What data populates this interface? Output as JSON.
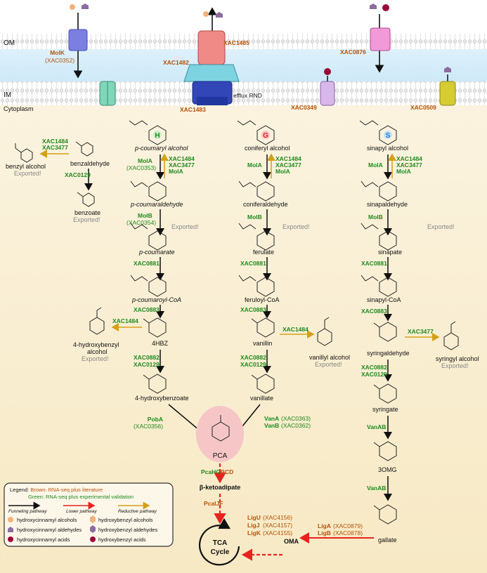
{
  "membranes": {
    "om": "OM",
    "im": "IM",
    "cytoplasm": "Cytoplasm"
  },
  "transporters": {
    "molk_name": "MolK",
    "molk_id": "(XAC0352)",
    "xac1485": "XAC1485",
    "xac1482": "XAC1482",
    "xac1483": "XAC1483",
    "efflux": "efflux RND",
    "xac0876": "XAC0876",
    "xac0349": "XAC0349",
    "xac0509": "XAC0509"
  },
  "ring_letters": {
    "h": "H",
    "g": "G",
    "s": "S"
  },
  "benzyl": {
    "alcohol": "benzyl alcohol",
    "exported1": "Exported!",
    "enz1a": "XAC1484",
    "enz1b": "XAC3477",
    "aldehyde": "benzaldehyde",
    "enz2": "XAC0129",
    "acid": "benzoate",
    "exported2": "Exported!"
  },
  "h_path": {
    "alcohol": "p-coumaryl alcohol",
    "mola": "MolA",
    "mola_id": "(XAC0353)",
    "rev1": "XAC1484",
    "rev2": "XAC3477",
    "rev3": "MolA",
    "aldehyde": "p-coumaraldehyde",
    "molb": "MolB",
    "molb_id": "(XAC0354)",
    "exported": "Exported!",
    "acid": "p-coumarate",
    "enz_coa": "XAC0881",
    "coa": "p-coumaroyl-CoA",
    "enz_hbz": "XAC0883",
    "hbz": "4HBZ",
    "side_enz": "XAC1484",
    "side_alc1": "4-hydroxybenzyl",
    "side_alc2": "alcohol",
    "side_exp": "Exported!",
    "enz_a": "XAC0882",
    "enz_b": "XAC0129",
    "end": "4-hydroxybenzoate",
    "poba": "PobA",
    "poba_id": "(XAC0356)"
  },
  "g_path": {
    "alcohol": "coniferyl alcohol",
    "mola": "MolA",
    "rev1": "XAC1484",
    "rev2": "XAC3477",
    "rev3": "MolA",
    "aldehyde": "coniferaldehyde",
    "molb": "MolB",
    "exported": "Exported!",
    "acid": "ferulate",
    "enz_coa": "XAC0881",
    "coa": "feruloyl-CoA",
    "enz_van": "XAC0883",
    "van": "vanillin",
    "side_enz": "XAC1484",
    "side_alc": "vanillyl alcohol",
    "side_exp": "Exported!",
    "enz_a": "XAC0882",
    "enz_b": "XAC0129",
    "end": "vanillate",
    "vana": "VanA",
    "vana_id": "(XAC0363)",
    "vanb": "VanB",
    "vanb_id": "(XAC0362)"
  },
  "s_path": {
    "alcohol": "sinapyl alcohol",
    "mola": "MolA",
    "rev1": "XAC1484",
    "rev2": "XAC3477",
    "rev3": "MolA",
    "aldehyde": "sinapaldehyde",
    "molb": "MolB",
    "exported": "Exported!",
    "acid": "sinapate",
    "enz_coa": "XAC0881",
    "coa": "sinapyl-CoA",
    "enz_syr": "XAC0883",
    "syr": "syringaldehyde",
    "side_enz": "XAC3477",
    "side_alc": "syringyl alcohol",
    "side_exp": "Exported!",
    "enz_a": "XAC0882",
    "enz_b": "XAC0129",
    "syringate": "syringate",
    "vanab1": "VanAB",
    "omg": "3OMG",
    "vanab2": "VanAB",
    "gallate": "gallate",
    "liga": "LigA",
    "liga_id": "(XAC0879)",
    "ligb": "LigB",
    "ligb_id": "(XAC0878)"
  },
  "center": {
    "pca": "PCA",
    "pcahg": "PcaHG",
    "bcd": "BCD",
    "ketoadipate": "β-ketoadipate",
    "pcaijf": "PcaIJF",
    "tca1": "TCA",
    "tca2": "Cycle",
    "oma": "OMA",
    "ligu": "LigU",
    "ligu_id": "(XAC4156)",
    "ligj": "LigJ",
    "ligj_id": "(XAC4157)",
    "ligk": "LigK",
    "ligk_id": "(XAC4155)"
  },
  "legend": {
    "title": "Legend:",
    "brown": "Brown: RNA-seq plus literature",
    "green": "Green: RNA-seq plus experimental validation",
    "funneling": "Funneling pathway",
    "lower": "Lower pathway",
    "reductive": "Reductive pathway",
    "hc_alc": "hydroxycinnamyl alcohols",
    "hb_alc": "hydroxybenzyl alcohols",
    "hc_ald": "hydroxycinnamyl aldehydes",
    "hb_ald": "hydroxybenzyl aldehydes",
    "hc_acid": "hydroxycinnamyl acids",
    "hb_acid": "hydroxybenzyl acids"
  },
  "colors": {
    "green": "#1f8a1f",
    "brown": "#b5520a",
    "red": "#e8231f",
    "gold": "#d4a017",
    "black": "#111111"
  }
}
